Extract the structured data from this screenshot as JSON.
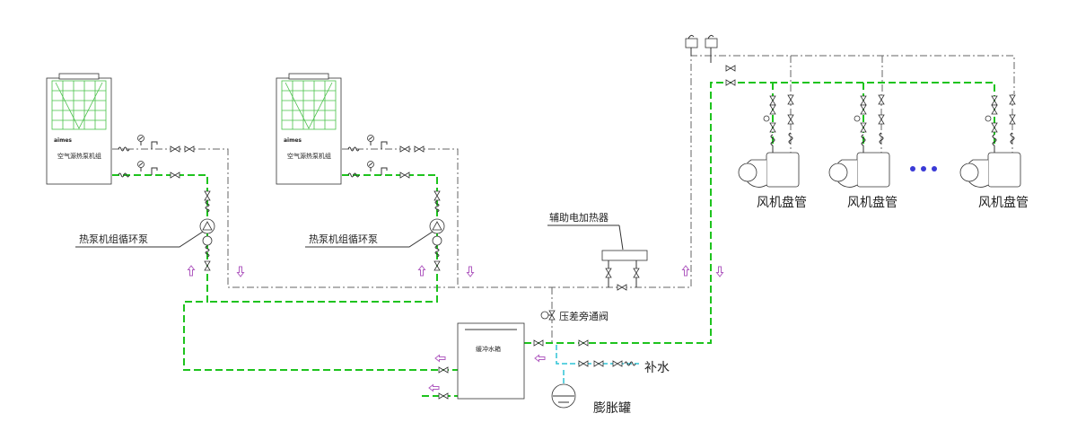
{
  "heat_pump_units": [
    {
      "name": "空气源热泵机组",
      "brand": "aimes"
    },
    {
      "name": "空气源热泵机组",
      "brand": "aimes"
    }
  ],
  "labels": {
    "circ_pump_1": "热泵机组循环泵",
    "circ_pump_2": "热泵机组循环泵",
    "aux_heater": "辅助电加热器",
    "diff_bypass": "压差旁通阀",
    "buffer_tank": "缓冲水箱",
    "makeup_water": "补水",
    "expansion_tank": "膨胀罐"
  },
  "fan_coils": [
    {
      "label": "风机盘管"
    },
    {
      "label": "风机盘管"
    },
    {
      "label": "风机盘管"
    }
  ],
  "colors": {
    "supply_pipe": "#1ec31e",
    "return_pipe": "#666666",
    "makeup_pipe": "#2ec4d6",
    "flow_arrow": "#b05cc0",
    "ellipsis_dots": "#3a3ad6"
  },
  "icons": [
    "valve-icon",
    "check-valve-icon",
    "pressure-gauge-icon",
    "flexible-joint-icon",
    "pump-icon",
    "air-vent-icon",
    "flow-arrow-icon"
  ]
}
